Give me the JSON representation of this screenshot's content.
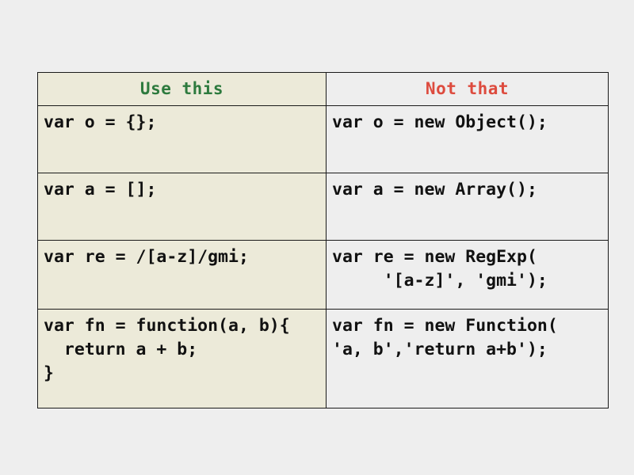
{
  "page": {
    "background_color": "#eeeeee",
    "title": "Use this / Not that JavaScript literals comparison table"
  },
  "table": {
    "border_color": "#1a1a1a",
    "columns": [
      {
        "id": "use-this",
        "header": "Use this",
        "header_color": "#2d7a3e",
        "background_color": "#ecead9"
      },
      {
        "id": "not-that",
        "header": "Not that",
        "header_color": "#dd4b3e",
        "background_color": "#eeeeee"
      }
    ],
    "rows": [
      {
        "left": "var o = {};",
        "right": "var o = new Object();"
      },
      {
        "left": "var a = [];",
        "right": "var a = new Array();"
      },
      {
        "left": "var re = /[a-z]/gmi;",
        "right": "var re = new RegExp(\n     '[a-z]', 'gmi');"
      },
      {
        "left": "var fn = function(a, b){\n  return a + b;\n}",
        "right": "var fn = new Function(\n'a, b','return a+b');"
      }
    ]
  }
}
